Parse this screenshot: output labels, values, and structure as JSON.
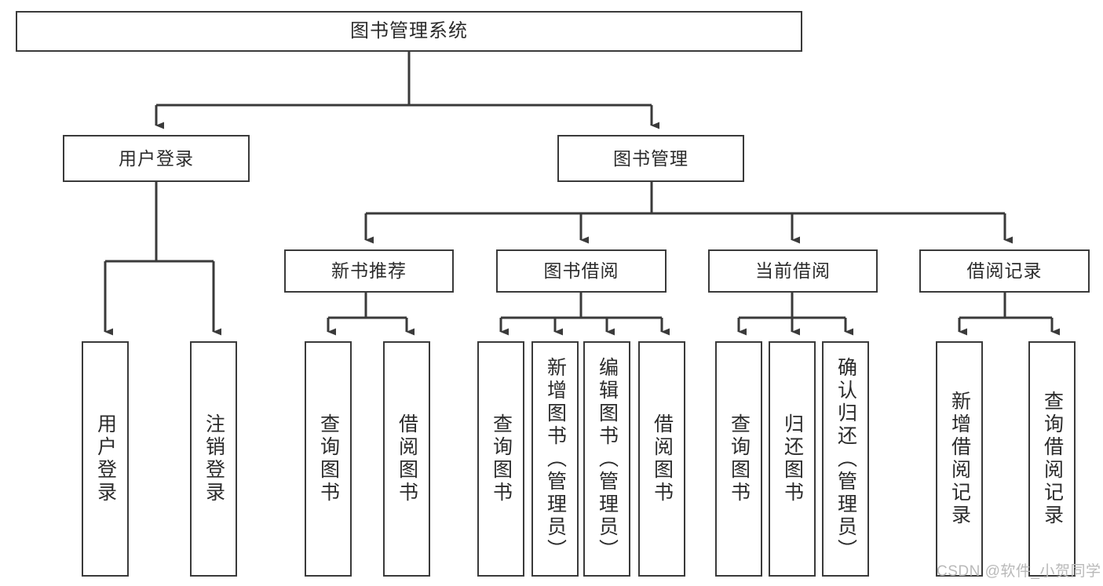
{
  "diagram": {
    "title": "图书管理系统",
    "type": "tree-hierarchy-diagram",
    "root": {
      "label": "图书管理系统"
    },
    "level1": [
      {
        "label": "用户登录"
      },
      {
        "label": "图书管理"
      }
    ],
    "level2": [
      {
        "label": "新书推荐"
      },
      {
        "label": "图书借阅"
      },
      {
        "label": "当前借阅"
      },
      {
        "label": "借阅记录"
      }
    ],
    "leaves": {
      "user_login": [
        {
          "label": "用户登录"
        },
        {
          "label": "注销登录"
        }
      ],
      "new_book_recommend": [
        {
          "label": "查询图书"
        },
        {
          "label": "借阅图书"
        }
      ],
      "book_borrow": [
        {
          "label": "查询图书"
        },
        {
          "label": "新增图书（管理员）"
        },
        {
          "label": "编辑图书（管理员）"
        },
        {
          "label": "借阅图书"
        }
      ],
      "current_borrow": [
        {
          "label": "查询图书"
        },
        {
          "label": "归还图书"
        },
        {
          "label": "确认归还（管理员）"
        }
      ],
      "borrow_record": [
        {
          "label": "新增借阅记录"
        },
        {
          "label": "查询借阅记录"
        }
      ]
    }
  },
  "watermark": {
    "text": "CSDN @软件_小贺同学"
  },
  "colors": {
    "box_border": "#3a3a3a",
    "box_fill": "#ffffff",
    "text": "#2b2b2b",
    "edge": "#3a3a3a",
    "watermark": "#b9b9b9",
    "background": "#ffffff"
  }
}
